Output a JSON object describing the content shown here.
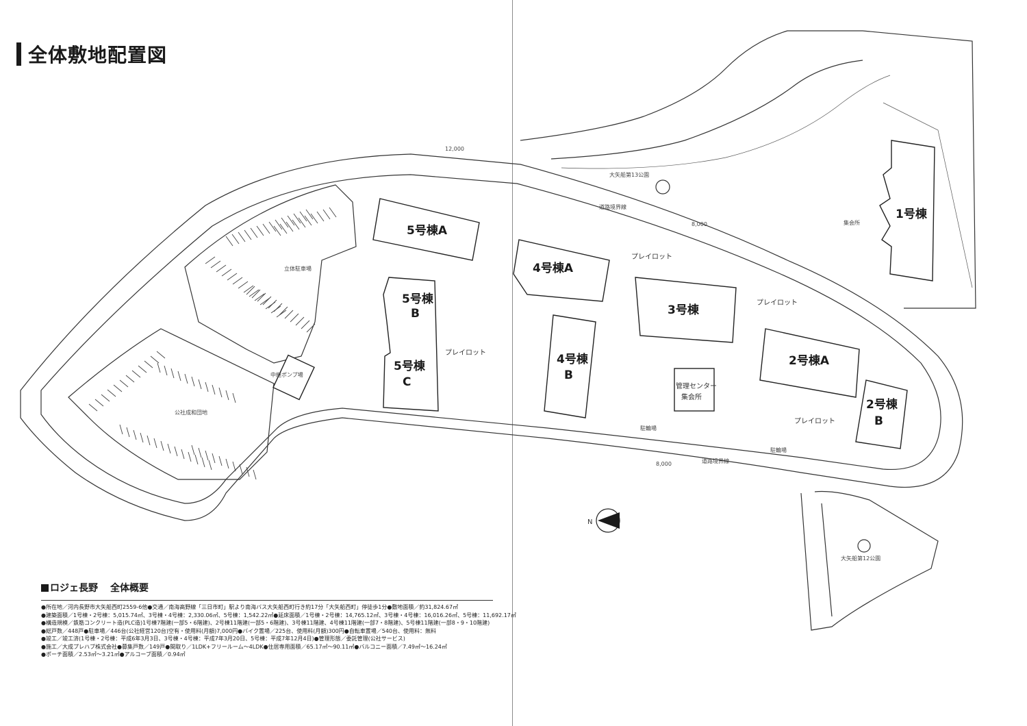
{
  "title": "全体敷地配置図",
  "buildings": {
    "b5a": "5号棟A",
    "b5b_num": "5号棟",
    "b5b_sub": "B",
    "b5c_num": "5号棟",
    "b5c_sub": "C",
    "b4a": "4号棟A",
    "b4b_num": "4号棟",
    "b4b_sub": "B",
    "b3": "3号棟",
    "b2a": "2号棟A",
    "b2b_num": "2号棟",
    "b2b_sub": "B",
    "b1": "1号棟"
  },
  "labels": {
    "playlot": "プレイロット",
    "kanri1": "管理センター",
    "kanri2": "集会所",
    "park13": "大矢船第13公園",
    "park12": "大矢船第12公園",
    "parking_public": "公社成和団地",
    "parking_big": "立体駐車場",
    "pump": "中継ポンプ場",
    "bike": "駐輪場",
    "shukai": "集会所",
    "road_boundary": "道路境界線",
    "road_width_top": "12,000",
    "road_width_mid": "8,000",
    "road_width_bot": "8,000",
    "north": "N"
  },
  "summary": {
    "title": "ロジェ長野",
    "subtitle": "全体概要",
    "lines": [
      "●所在地／河内長野市大矢船西町2559-6他●交通／南海高野線「三日市町」駅より南海バス大矢船西町行き約17分「大矢船西町」停徒歩1分●敷地面積／約31,824.67㎡",
      "●建築面積／1号棟・2号棟：5,015.74㎡、3号棟・4号棟：2,330.06㎡、5号棟：1,542.22㎡●延床面積／1号棟・2号棟：14,765.12㎡、3号棟・4号棟：16,016.26㎡、5号棟：11,692.17㎡",
      "●構造規模／鉄筋コンクリート造(PLC造)1号棟7階建(一部5・6階建)、2号棟11階建(一部5・6階建)、3号棟11階建、4号棟11階建(一部7・8階建)、5号棟11階建(一部8・9・10階建)",
      "●総戸数／448戸●駐車場／446台(公社経営120台)空有・使用料(月額)7,000円●バイク置場／225台、使用料(月額)300円●自転車置場／540台、使用料：無料",
      "●竣工／竣工済(1号棟・2号棟：平成6年3月3日、3号棟・4号棟：平成7年3月20日、5号棟：平成7年12月4日)●管理形態／委託管理(公社サービス)",
      "●施工／大成プレハブ株式会社●募集戸数／149戸●間取り／1LDK+フリールーム～4LDK●住居専用面積／65.17㎡～90.11㎡●バルコニー面積／7.49㎡～16.24㎡",
      "●ポーチ面積／2.53㎡～3.21㎡●アルコーブ面積／0.94㎡"
    ]
  }
}
